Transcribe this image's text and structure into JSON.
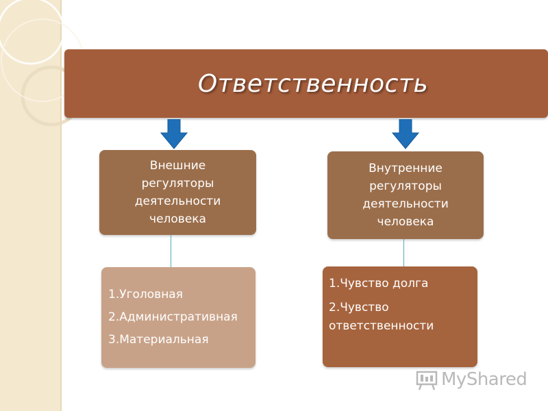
{
  "title": "Ответственность",
  "external_regulators": {
    "heading_lines": [
      "Внешние",
      "регуляторы",
      "деятельности",
      "человека"
    ],
    "items": [
      "1.Уголовная",
      "2.Административная",
      "3.Материальная"
    ]
  },
  "internal_regulators": {
    "heading_lines": [
      "Внутренние",
      "регуляторы",
      "деятельности",
      "человека"
    ],
    "items": [
      [
        "1.Чувство долга"
      ],
      [
        "2.Чувство",
        "ответственности"
      ]
    ]
  },
  "watermark": {
    "icon": "presentation-board-icon",
    "text": "MyShared"
  },
  "colors": {
    "title_bg": "#a45d3b",
    "regulator_bg": "#9b6e4b",
    "external_list_bg": "#c8a288",
    "internal_list_bg": "#a6643e",
    "arrow": "#1e6fb7",
    "connector": "#58a8b8",
    "side_strip": "#f4e8cf"
  }
}
